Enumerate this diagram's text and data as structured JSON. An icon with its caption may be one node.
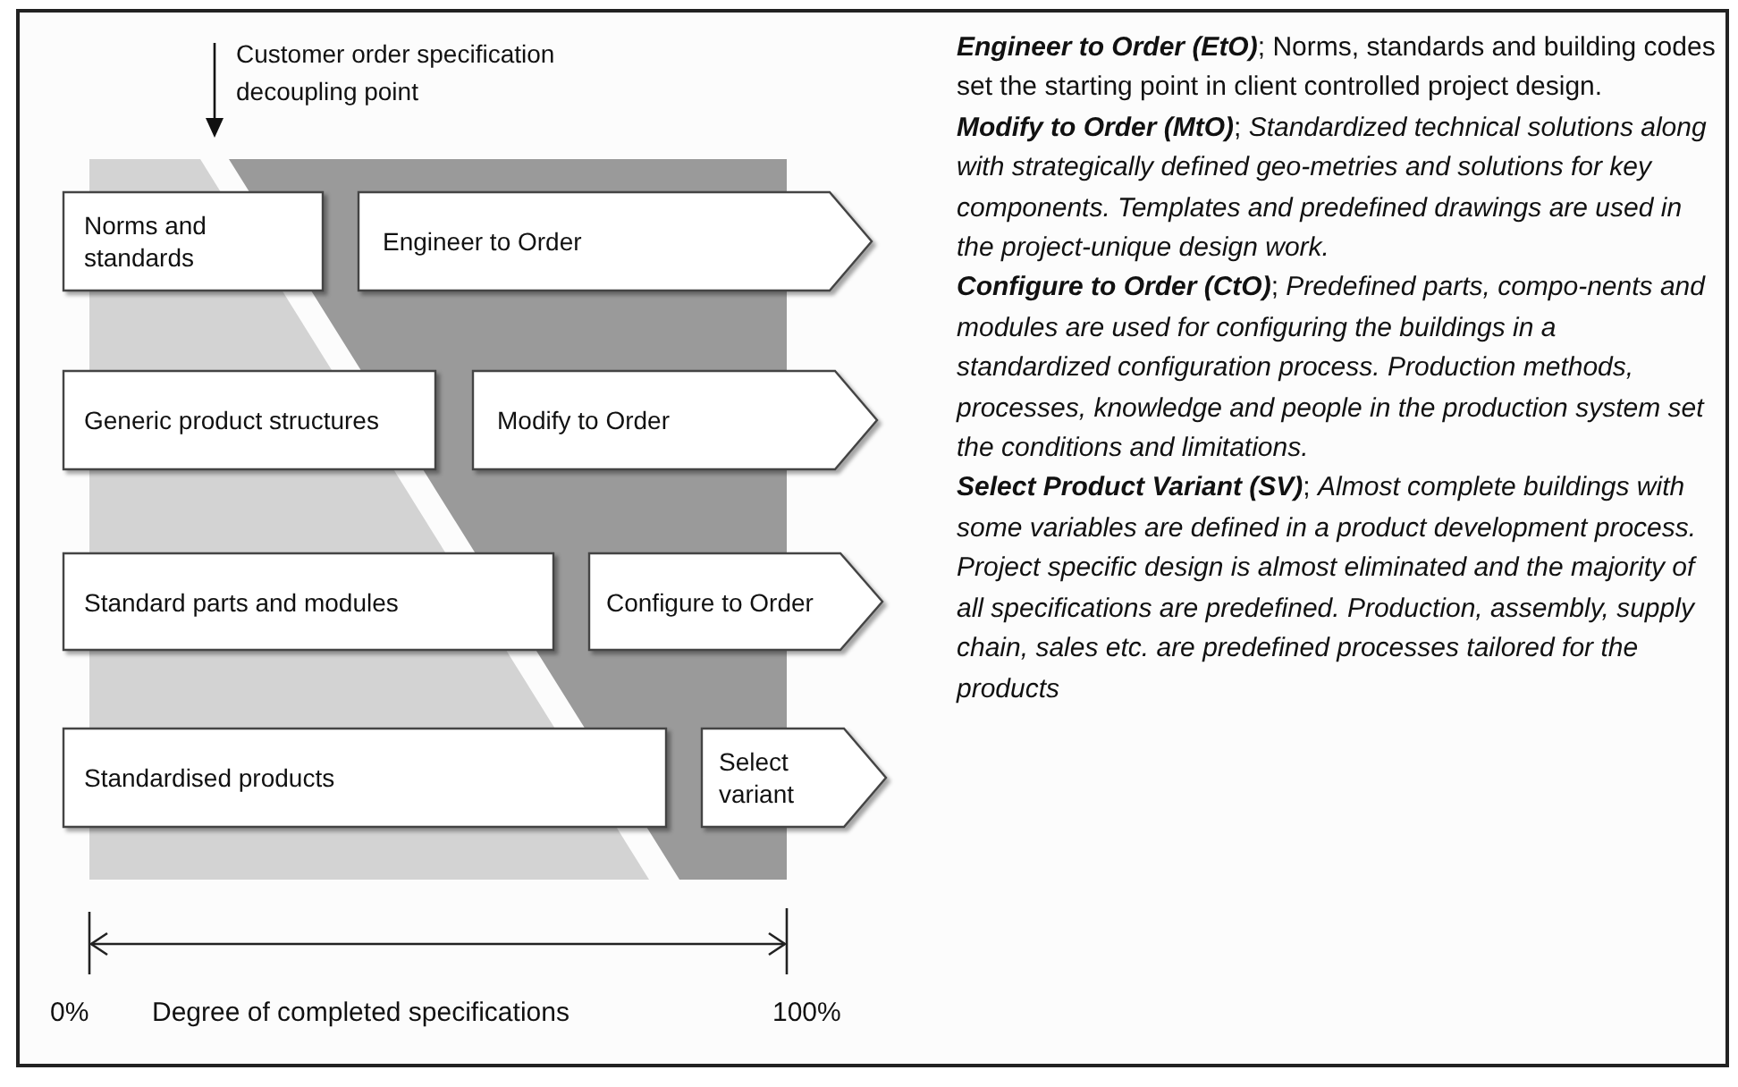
{
  "diagram": {
    "nodes": [
      {
        "text": [
          "Norms and standards"
        ]
      },
      {
        "text": [
          "Engineer to Order"
        ]
      },
      {
        "text": [
          "Generic product structures"
        ]
      },
      {
        "text": [
          "Modify to Order"
        ]
      },
      {
        "text": [
          "Standard parts and modules"
        ]
      },
      {
        "text": [
          "Configure to Order"
        ]
      },
      {
        "text": [
          "Standardised products"
        ]
      },
      {
        "text": [
          "Select variant"
        ]
      }
    ],
    "labels": [
      "Customer order specification decoupling point",
      "0%",
      "Degree of completed specifications",
      "100%",
      "**Engineer to Order (EtO)**; Norms, standards and building codes set the starting point in client controlled project design.",
      "**Modify to Order (MtO)**; *Standardized technical solutions along with strategically defined geo-metries and solutions for key components. Templates and predefined drawings are used in the project-unique design work.*",
      "**Configure to Order (CtO)**; *Predefined parts, compo-nents and modules are used for configuring the buildings in a standardized configuration process. Production methods, processes, knowledge and people in the production system set the conditions and limitations.*",
      "**Select Product Variant (SV)**; *Almost complete buildings with some variables are defined in a product development process. Project specific design is almost eliminated and the majority of all specifications are predefined. Production, assembly, supply chain, sales etc. are predefined processes tailored for the products*"
    ]
  }
}
